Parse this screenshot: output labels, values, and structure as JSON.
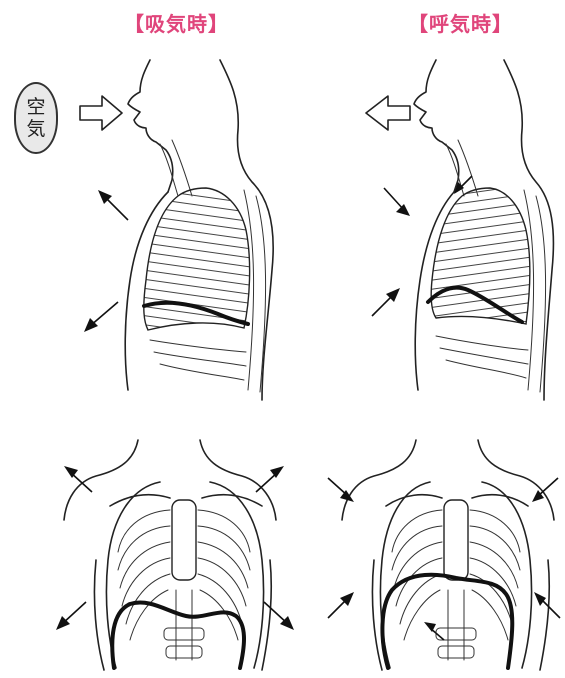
{
  "titles": {
    "inhale": "【吸気時】",
    "exhale": "【呼気時】"
  },
  "air_label": {
    "line1": "空",
    "line2": "気"
  },
  "colors": {
    "title": "#e0457b",
    "line": "#222222",
    "diaphragm": "#111111",
    "label_bg": "#e9e9e9"
  },
  "panels": [
    {
      "id": "side-inhale",
      "view": "side",
      "phase": "inhale",
      "airflow": "in",
      "diaphragm": "lowered-flat",
      "chest_arrows": "outward"
    },
    {
      "id": "side-exhale",
      "view": "side",
      "phase": "exhale",
      "airflow": "out",
      "diaphragm": "raised-dome",
      "chest_arrows": "inward"
    },
    {
      "id": "front-inhale",
      "view": "front",
      "phase": "inhale",
      "diaphragm": "lowered-flat",
      "chest_arrows": "outward"
    },
    {
      "id": "front-exhale",
      "view": "front",
      "phase": "exhale",
      "diaphragm": "raised-dome",
      "chest_arrows": "inward"
    }
  ]
}
